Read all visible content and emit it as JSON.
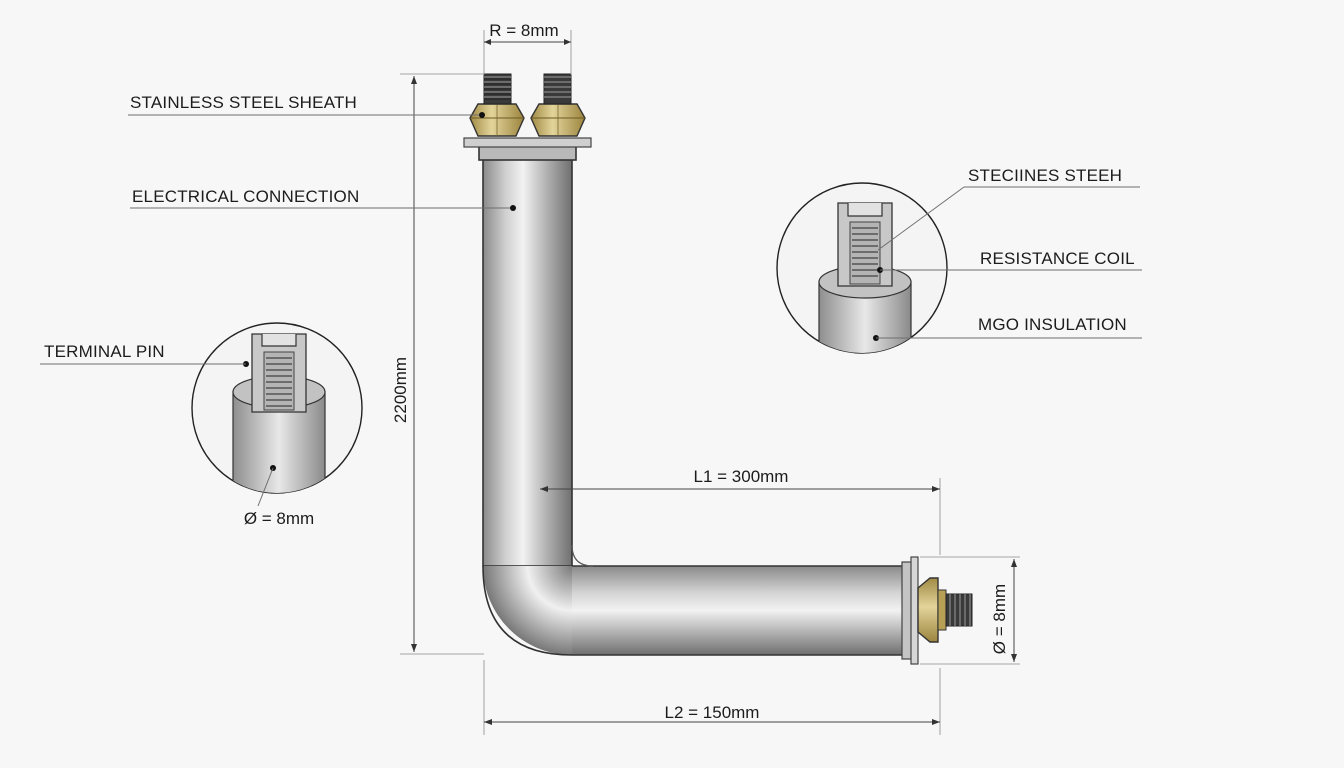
{
  "callouts": {
    "stainless_steel_sheath": "STAINLESS STEEL SHEATH",
    "electrical_connection": "ELECTRICAL CONNECTION",
    "terminal_pin": "TERMINAL PIN",
    "steciines_steeh": "STECIINES STEEH",
    "resistance_coil": "RESISTANCE COIL",
    "mgo_insulation": "MGO INSULATION"
  },
  "dimensions": {
    "bend_radius": "R = 8mm",
    "vertical_length": "2200mm",
    "l1": "L1 = 300mm",
    "l2": "L2 = 150mm",
    "detail_diameter": "Ø = 8mm",
    "end_diameter": "Ø = 8mm"
  },
  "colors": {
    "background": "#f7f7f7",
    "steel_dark": "#7a7a7a",
    "steel_light": "#e6e6e6",
    "brass": "#c9b46a",
    "thread": "#3a3a3a"
  }
}
